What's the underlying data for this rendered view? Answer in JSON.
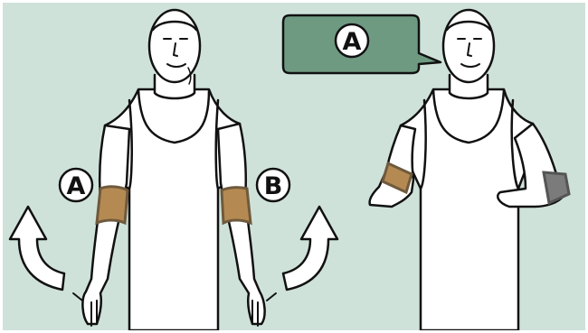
{
  "labels": {
    "left_arm": "A",
    "right_arm": "B",
    "speech": "A"
  },
  "colors": {
    "background": "#cfe2da",
    "skin": "#ffffff",
    "outline": "#111111",
    "sleeve_tan": "#b58a52",
    "sleeve_edge": "#6f5a3d",
    "sleeve_gray": "#7b7b7b",
    "speech_bubble": "#6f9a82"
  },
  "icons": [
    "curved-up-arrow-left-icon",
    "curved-up-arrow-right-icon",
    "speech-bubble-icon"
  ]
}
